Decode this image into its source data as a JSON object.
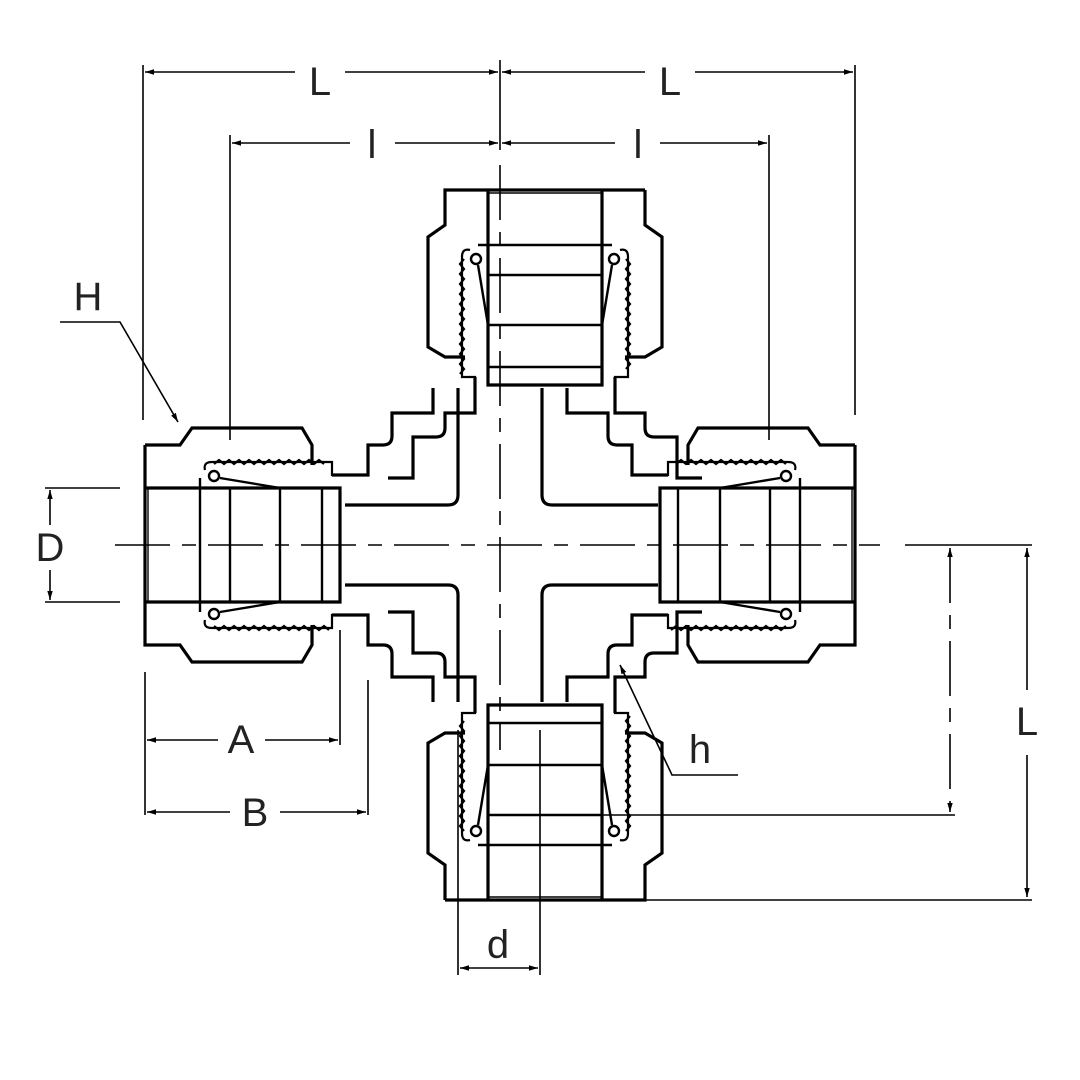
{
  "drawing": {
    "title": "Union Cross compression tube fitting - dimensional drawing",
    "colors": {
      "line": "#000000",
      "background": "#ffffff",
      "label": "#222222"
    },
    "dimensions": {
      "L_top_left": "L",
      "L_top_right": "L",
      "l_top_left": "l",
      "l_top_right": "l",
      "L_right": "L",
      "H": "H",
      "D": "D",
      "A": "A",
      "B": "B",
      "h": "h",
      "d": "d"
    }
  }
}
